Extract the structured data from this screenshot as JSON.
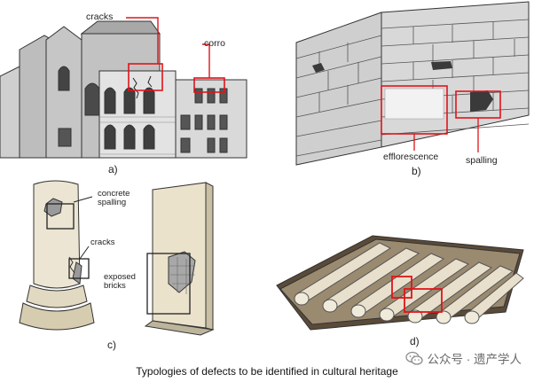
{
  "caption": "Typologies of defects to be identified in cultural heritage",
  "watermark": {
    "text": "公众号 · 遗产学人",
    "icon": "wechat-icon"
  },
  "colors": {
    "annotation_red": "#e0141a",
    "stone": "#ece5d3",
    "brick": "#bdbdbd",
    "mortar": "#3a3a3a"
  },
  "panels": {
    "a": {
      "letter": "a)",
      "labels": {
        "cracks": "cracks",
        "corrosion": "corro"
      }
    },
    "b": {
      "letter": "b)",
      "labels": {
        "efflorescence": "efflorescence",
        "spalling": "spalling"
      }
    },
    "c": {
      "letter": "c)",
      "labels": {
        "concrete_spalling": "concrete\nspalling",
        "cracks": "cracks",
        "exposed_bricks": "exposed\nbricks"
      }
    },
    "d": {
      "letter": "d)"
    }
  }
}
